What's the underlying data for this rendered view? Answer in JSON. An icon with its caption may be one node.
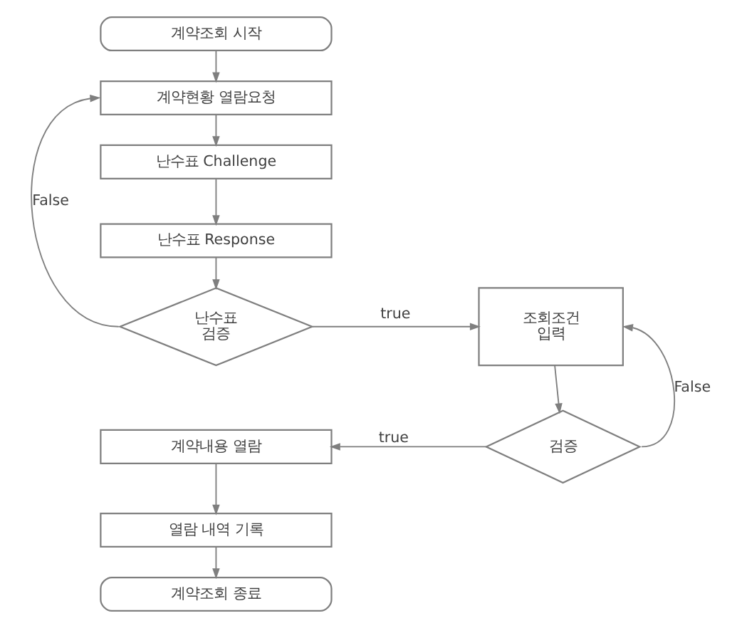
{
  "diagram": {
    "nodes": [
      {
        "text": [
          "계약조회 시작"
        ]
      },
      {
        "text": [
          "계약현황 열람요청"
        ]
      },
      {
        "text": [
          "난수표 Challenge"
        ]
      },
      {
        "text": [
          "난수표 Response"
        ]
      },
      {
        "text": [
          "난수표 검증"
        ]
      },
      {
        "text": [
          "조회조건 입력"
        ]
      },
      {
        "text": [
          "검증"
        ]
      },
      {
        "text": [
          "계약내용 열람"
        ]
      },
      {
        "text": [
          "열람 내역 기록"
        ]
      },
      {
        "text": [
          "계약조회 종료"
        ]
      }
    ],
    "edges": [
      {
        "from": 0,
        "to": 1,
        "arrow": "to"
      },
      {
        "from": 1,
        "to": 2,
        "arrow": "to"
      },
      {
        "from": 2,
        "to": 3,
        "arrow": "to"
      },
      {
        "from": 3,
        "to": 4,
        "arrow": "to"
      },
      {
        "from": 4,
        "to": 1,
        "label": "False",
        "arrow": "to"
      },
      {
        "from": 4,
        "to": 5,
        "label": "true",
        "arrow": "to"
      },
      {
        "from": 5,
        "to": 6,
        "arrow": "to"
      },
      {
        "from": 6,
        "to": 5,
        "label": "False",
        "arrow": "to"
      },
      {
        "from": 6,
        "to": 7,
        "label": "true",
        "arrow": "to"
      },
      {
        "from": 7,
        "to": 8,
        "arrow": "to"
      },
      {
        "from": 8,
        "to": 9,
        "arrow": "to"
      }
    ]
  }
}
